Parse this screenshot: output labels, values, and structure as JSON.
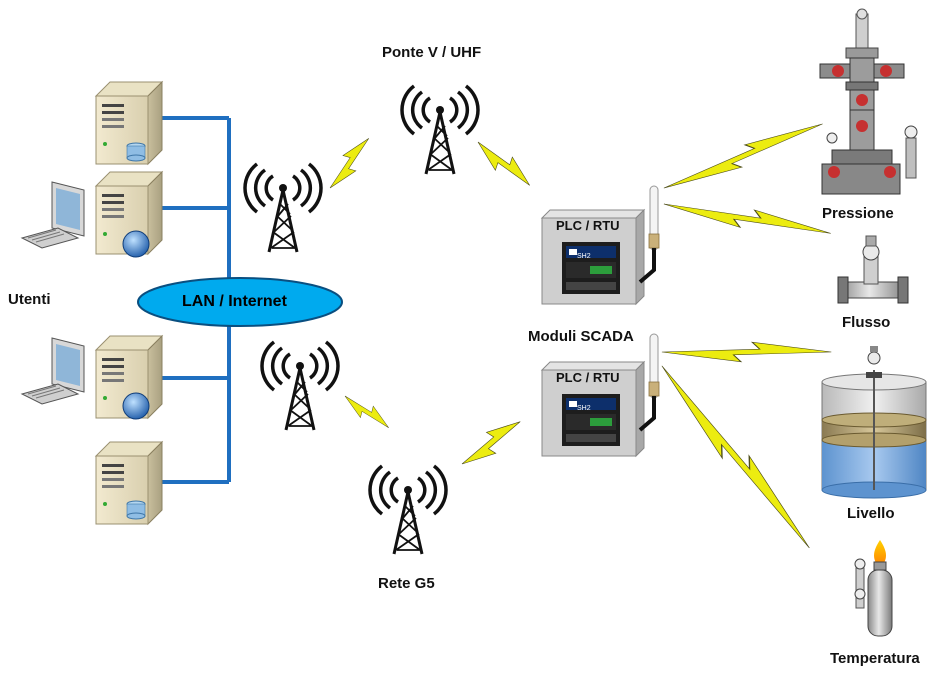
{
  "labels": {
    "users": "Utenti",
    "lan": "LAN / Internet",
    "bridge": "Ponte V / UHF",
    "network": "Rete G5",
    "scada": "Moduli SCADA",
    "plc_top": "PLC / RTU",
    "plc_bottom": "PLC / RTU",
    "pressure": "Pressione",
    "flow": "Flusso",
    "level": "Livello",
    "temperature": "Temperatura"
  },
  "module_screen_text": "SH2",
  "colors": {
    "lan_ellipse": "#00aaee",
    "lan_lines": "#1f6fc0",
    "radio_bolt": "#ecec10",
    "plc_box": "#d0d0d0",
    "tank_liquid": "#7fb2e5"
  },
  "icons": [
    "server-icon",
    "workstation-icon",
    "globe-icon",
    "database-icon",
    "radio-tower-icon",
    "antenna-icon",
    "lightning-bolt-icon",
    "wellhead-icon",
    "flow-meter-icon",
    "tank-icon",
    "gas-cylinder-icon"
  ]
}
